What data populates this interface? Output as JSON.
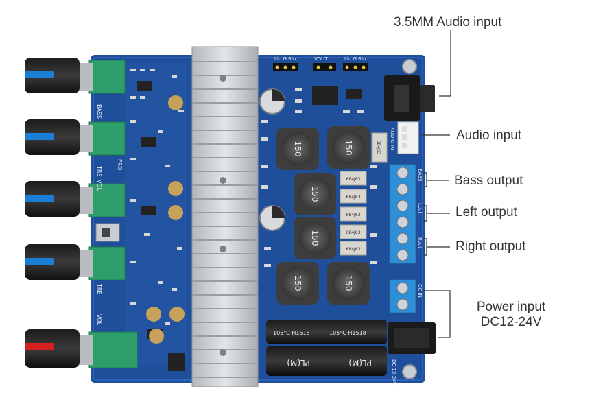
{
  "callouts": {
    "audio_35mm": "3.5MM Audio input",
    "audio_input": "Audio input",
    "bass_output": "Bass output",
    "left_output": "Left output",
    "right_output": "Right output",
    "power_line1": "Power input",
    "power_line2": "DC12-24V"
  },
  "board_labels": {
    "bass": "BASS",
    "frq": "FRQ",
    "tre": "TRE",
    "vol": "VOL",
    "tre2": "TRE",
    "vol2": "VOL",
    "lin_g_rin_1": "Lin G Rin",
    "vout": "VOUT",
    "lin_g_rin_2": "Lin G Rin",
    "audio_in": "AUDIO IN",
    "bass_term": "BASS",
    "lout_term": "Lout",
    "rout_term": "Rout",
    "dc_in": "DC IN",
    "dc_volt": "DC 12-24V"
  },
  "inductor_label": "150",
  "resistor_label": "684J63",
  "capacitor_text": "PL(M)",
  "capacitor_rating": "105°C H1518",
  "colors": {
    "pcb": "#1f4f9a",
    "heatsink": "#c9ccd0",
    "terminal": "#2f8fd6",
    "potentiometer": "#2e9e6a",
    "knob_blue": "#1a7fd4",
    "knob_red": "#d42020",
    "text": "#333333"
  }
}
